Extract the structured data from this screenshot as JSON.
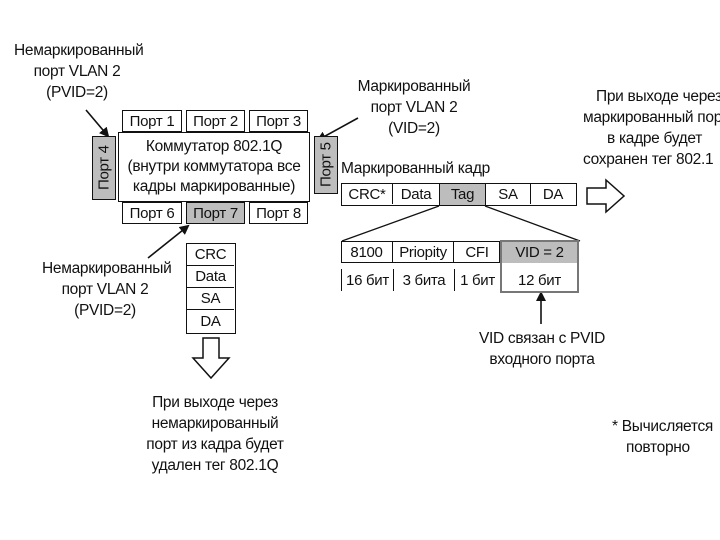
{
  "labels": {
    "untagged_top": [
      "Немаркированный",
      "порт VLAN 2",
      "(PVID=2)"
    ],
    "tagged_port": [
      "Маркированный",
      "порт VLAN 2",
      "(VID=2)"
    ],
    "exit_tagged": [
      "При выходе через",
      "маркированный порт",
      "в кадре будет",
      "сохранен тег 802.1"
    ],
    "untagged_bottom": [
      "Немаркированный",
      "порт VLAN 2",
      "(PVID=2)"
    ],
    "exit_untagged": [
      "При выходе через",
      "немаркированный",
      "порт из кадра будет",
      "удален тег 802.1Q"
    ],
    "vid_note": [
      "VID связан с PVID",
      "входного порта"
    ],
    "footnote": [
      "* Вычисляется",
      "повторно"
    ],
    "tagged_frame_title": "Маркированный кадр"
  },
  "switch": {
    "title": "Коммутатор 802.1Q",
    "subtitle": [
      "(внутри коммутатора все",
      "кадры маркированные)"
    ],
    "ports_top": [
      "Порт 1",
      "Порт 2",
      "Порт 3"
    ],
    "ports_bottom": [
      "Порт 6",
      "Порт 7",
      "Порт 8"
    ],
    "port_left": "Порт 4",
    "port_right": "Порт 5"
  },
  "tagged_frame": [
    "CRC*",
    "Data",
    "Tag",
    "SA",
    "DA"
  ],
  "tag_fields": [
    "8100",
    "Priopity",
    "CFI",
    "VID = 2"
  ],
  "tag_sizes": [
    "16 бит",
    "3 бита",
    "1 бит",
    "12 бит"
  ],
  "untagged_frame": [
    "CRC",
    "Data",
    "SA",
    "DA"
  ]
}
